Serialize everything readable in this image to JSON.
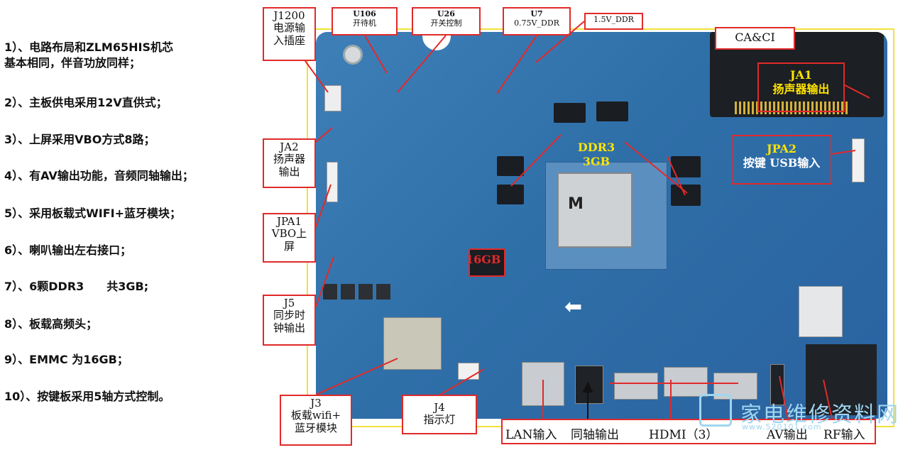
{
  "notes": [
    "1）、电路布局和ZLM65HIS机芯",
    "基本相同，伴音功放同样；",
    "2）、主板供电采用12V直供式；",
    "3）、上屏采用VBO方式8路；",
    "4）、有AV输出功能，音频同轴输出；",
    "5）、采用板载式WIFI+蓝牙模块；",
    "6）、喇叭输出左右接口；",
    "7）、6颗DDR3　　共3GB;",
    "8）、板载高频头；",
    "9）、EMMC 为16GB；",
    "10）、按键板采用5轴方式控制。"
  ],
  "labels": {
    "j1200": [
      "J1200",
      "电源输",
      "入插座"
    ],
    "u106": [
      "U106",
      "开待机"
    ],
    "u26": [
      "U26",
      "开关控制"
    ],
    "u7": [
      "U7",
      "0.75V_DDR"
    ],
    "ddr15": "1.5V_DDR",
    "caci": "CA&CI",
    "ja1": [
      "JA1",
      "扬声器输出"
    ],
    "ja2": [
      "JA2",
      "扬声器",
      "输出"
    ],
    "ddr3": [
      "DDR3",
      "3GB"
    ],
    "jpa2": [
      "JPA2",
      "按键 USB输入"
    ],
    "jpa1": [
      "JPA1",
      "VBO上",
      "屏"
    ],
    "emmc": "16GB",
    "j5": [
      "J5",
      "同步时",
      "钟输出"
    ],
    "j3": [
      "J3",
      "板载wifi+",
      "蓝牙模块"
    ],
    "j4": [
      "J4",
      "指示灯"
    ]
  },
  "bottom": {
    "lan": "LAN输入",
    "coax": "同轴输出",
    "hdmi": "HDMI（3）",
    "av": "AV输出",
    "rf": "RF输入"
  },
  "watermark": {
    "text": "家电维修资料网",
    "url": "www.520101.com"
  },
  "colors": {
    "leader": "#e12a2a",
    "board": "#2f6fa8",
    "highlight": "#ffe400",
    "frame": "#f1e23a"
  }
}
